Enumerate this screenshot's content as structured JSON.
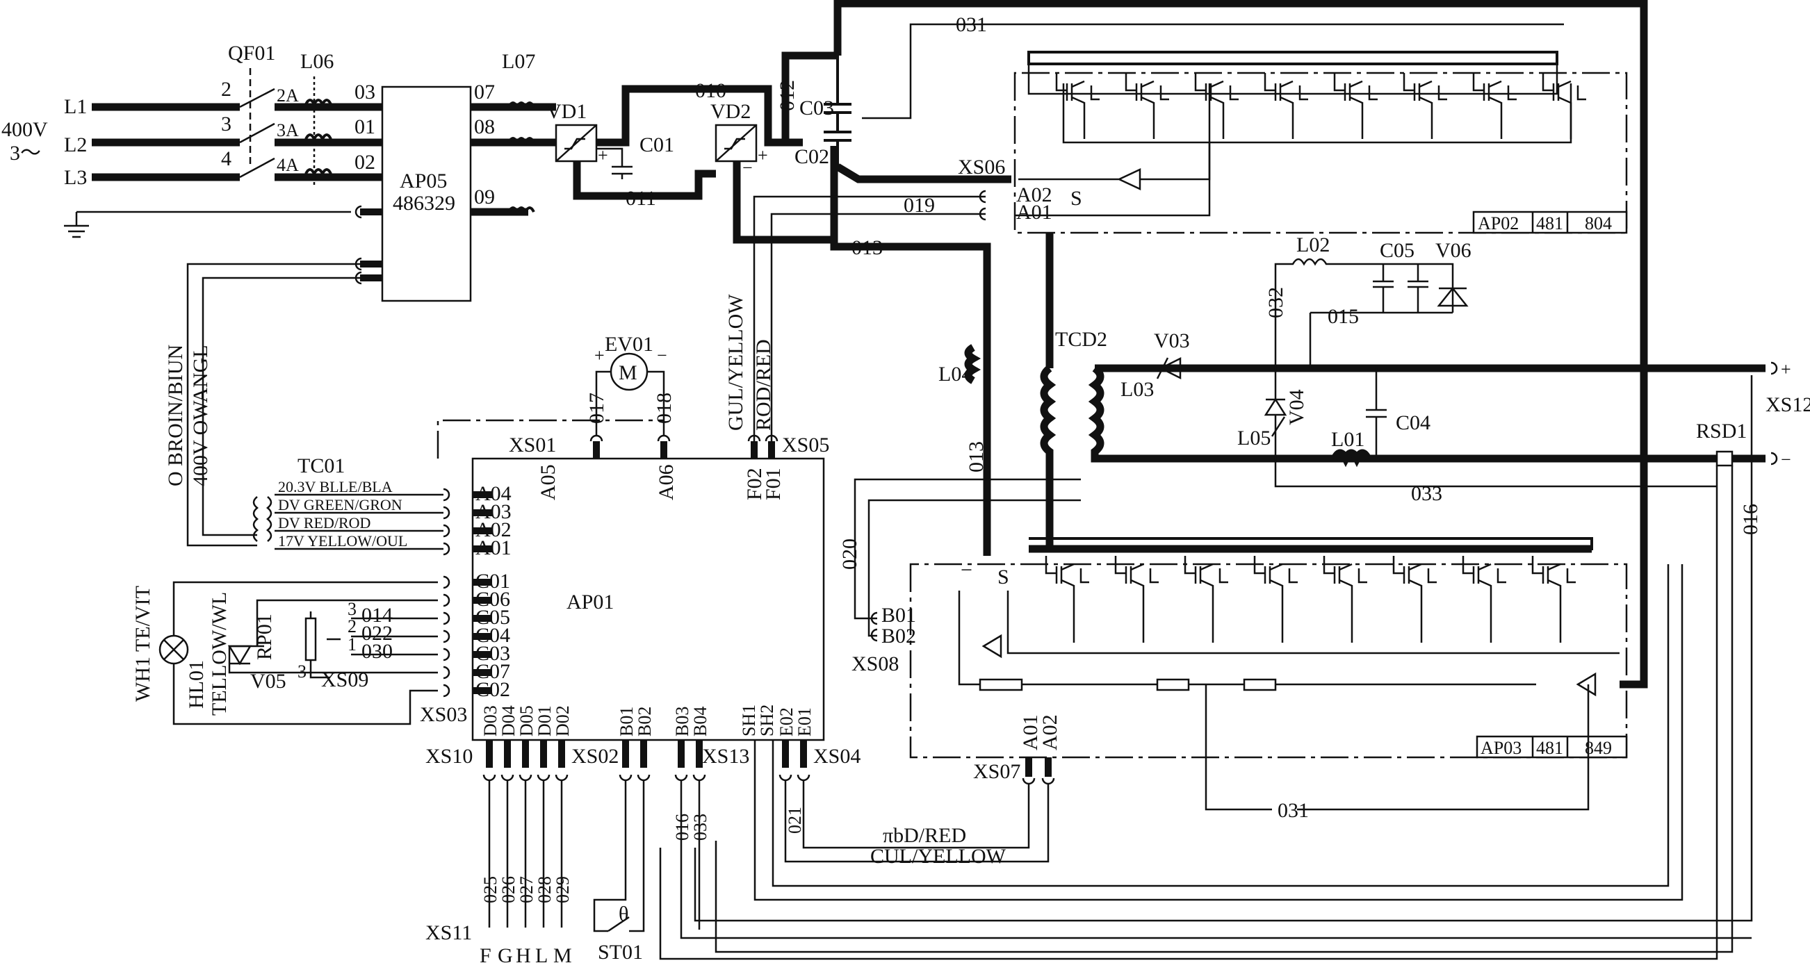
{
  "supply": {
    "voltage": "400V",
    "phase": "3～",
    "lines": [
      "L1",
      "L2",
      "L3"
    ]
  },
  "breaker": {
    "label": "QF01",
    "terminals": [
      "2",
      "3",
      "4"
    ]
  },
  "inductors": {
    "l06": "L06",
    "l06_pins": [
      "2A",
      "3A",
      "4A"
    ],
    "l07": "L07",
    "l01": "L01",
    "l02": "L02",
    "l03": "L03",
    "l04": "L04",
    "l05": "L05"
  },
  "wires": {
    "w03": "03",
    "w01": "01",
    "w02": "02",
    "w07": "07",
    "w08": "08",
    "w09": "09",
    "w010": "010",
    "w011": "011",
    "w012": "012",
    "w013": "013",
    "w013b": "013",
    "w015": "015",
    "w019": "019",
    "w020": "020",
    "w031": "031",
    "w031b": "031",
    "w032": "032",
    "w033": "033",
    "w014": "014",
    "w022": "022",
    "w030": "030",
    "w017": "017",
    "w018": "018",
    "w016": "016",
    "w016b": "016",
    "w033b": "033",
    "w021": "021",
    "bottom": [
      "025",
      "026",
      "027",
      "028",
      "029"
    ]
  },
  "modules": {
    "ap05": {
      "name": "AP05",
      "code": "486329"
    },
    "ap01": {
      "name": "AP01"
    },
    "ap02": {
      "name": "AP02",
      "code1": "481",
      "code2": "804"
    },
    "ap03": {
      "name": "AP03",
      "code1": "481",
      "code2": "849"
    }
  },
  "components": {
    "vd1": "VD1",
    "vd2": "VD2",
    "c01": "C01",
    "c02": "C02",
    "c03": "C03",
    "c04": "C04",
    "c05": "C05",
    "v03": "V03",
    "v04": "V04",
    "v05": "V05",
    "v06": "V06",
    "ev01": "EV01",
    "tcd2": "TCD2",
    "tc01": "TC01",
    "rp01": "RP01",
    "rsd1": "RSD1",
    "st01": "ST01",
    "theta": "θ",
    "hl01": "HL01",
    "hl01_color": "TELLOW/WL",
    "wh1": "WH1 TE/VIT"
  },
  "connectors": {
    "xs01": "XS01",
    "xs02": "XS02",
    "xs03": "XS03",
    "xs04": "XS04",
    "xs05": "XS05",
    "xs06": "XS06",
    "xs07": "XS07",
    "xs08": "XS08",
    "xs09": "XS09",
    "xs10": "XS10",
    "xs11": "XS11",
    "xs12": "XS12",
    "xs13": "XS13"
  },
  "pins": {
    "a_left": [
      "A04",
      "A03",
      "A02",
      "A01"
    ],
    "c_left": [
      "C01",
      "C06",
      "C05",
      "C04",
      "C03",
      "C07",
      "C02"
    ],
    "top": [
      "A05",
      "A06",
      "F02",
      "F01"
    ],
    "bottom": [
      "D03",
      "D04",
      "D05",
      "D01",
      "D02",
      "B01",
      "B02",
      "B03",
      "B04",
      "SH1",
      "SH2",
      "E02",
      "E01"
    ],
    "xs06": [
      "A02",
      "A01"
    ],
    "xs08": [
      "B01",
      "B02"
    ],
    "xs07": [
      "A01",
      "A02"
    ],
    "s_top": "S",
    "s_bottom": "S",
    "minus": "−",
    "plus": "+"
  },
  "tc01_taps": [
    "20.3V BLLE/BLA",
    "DV GREEN/GRON",
    "DV RED/ROD",
    "17V YELLOW/OUL"
  ],
  "side_labels": {
    "transformer_feed_1": "O BROIN/BIUN",
    "transformer_feed_2": "400V OWANGL",
    "feed_gul": "GUL/YELLOW",
    "feed_rod": "ROD/RED",
    "bottom_red": "πbD/RED",
    "bottom_yellow": "CUL/YELLOW"
  },
  "rp_terms": [
    "3",
    "2",
    "1",
    "3"
  ],
  "xs11_letters": [
    "F",
    "G",
    "H",
    "L",
    "M"
  ],
  "output": {
    "plus": "+",
    "minus": "−"
  }
}
